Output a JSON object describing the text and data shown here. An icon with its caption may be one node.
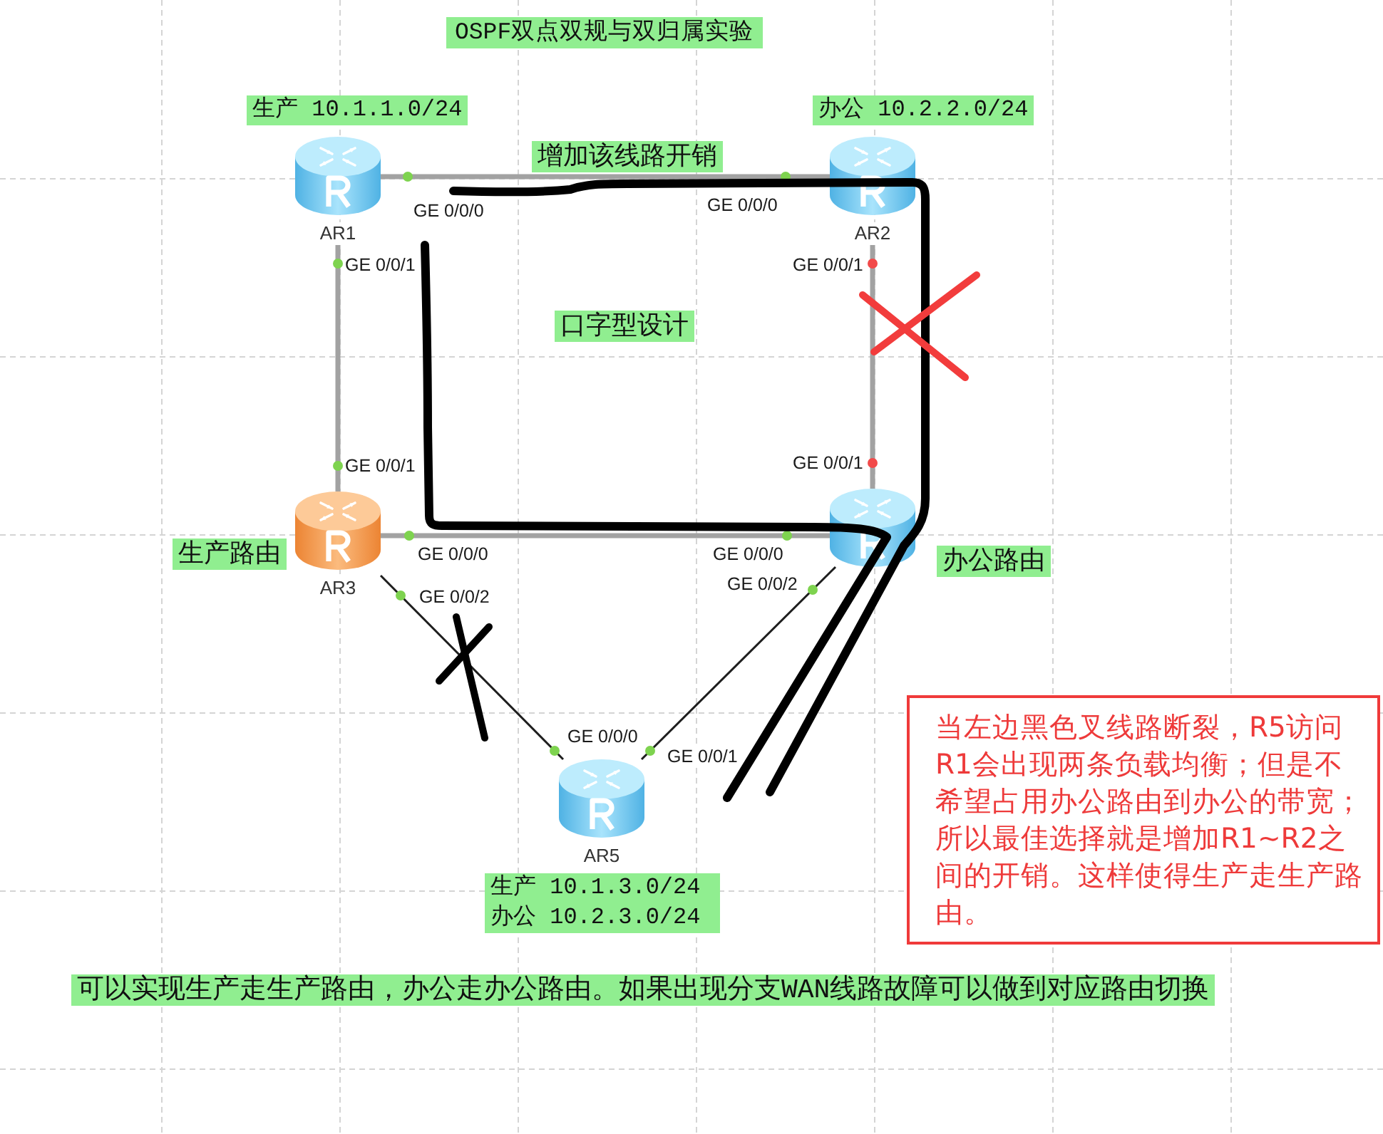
{
  "diagram": {
    "title": "OSPF双点双规与双归属实验",
    "nodes": [
      {
        "text": [
          "AR1"
        ],
        "beside": [
          "生产 10.1.1.0/24",
          "GE 0/0/0",
          "GE 0/0/1"
        ]
      },
      {
        "text": [
          "AR2"
        ],
        "beside": [
          "办公 10.2.2.0/24",
          "GE 0/0/0",
          "GE 0/0/1"
        ]
      },
      {
        "text": [
          "AR3"
        ],
        "beside": [
          "GE 0/0/1",
          "生产路由",
          "GE 0/0/0",
          "GE 0/0/2"
        ]
      },
      {
        "text": [],
        "shape": "cylinder",
        "beside": [
          "GE 0/0/1",
          "GE 0/0/0",
          "办公路由",
          "GE 0/0/2"
        ]
      },
      {
        "text": [
          "AR5"
        ],
        "beside": [
          "GE 0/0/0",
          "GE 0/0/1",
          "生产 10.1.3.0/24",
          "办公 10.2.3.0/24"
        ]
      },
      {
        "text": [
          "当左边黑色叉线路断裂，R5访问R1会出现两条负载均衡；但是不希望占用办公路由到办公的带宽；所以最佳选择就是增加R1~R2之间的开销。这样使得生产走生产路由。"
        ]
      }
    ],
    "edges": [
      {
        "from": 0,
        "to": 1,
        "arrow": "none",
        "label": "增加该线路开销"
      },
      {
        "from": 0,
        "to": 2,
        "arrow": "none"
      },
      {
        "from": 1,
        "to": 3,
        "arrow": "none"
      },
      {
        "from": 2,
        "to": 3,
        "arrow": "none"
      },
      {
        "from": 2,
        "to": 4,
        "arrow": "none",
        "color": "#1e1e1e"
      },
      {
        "from": 3,
        "to": 4,
        "arrow": "none",
        "color": "#1e1e1e"
      }
    ],
    "labels": [
      "口字型设计",
      "可以实现生产走生产路由，办公走办公路由。如果出现分支WAN线路故障可以做到对应路由切换"
    ]
  }
}
